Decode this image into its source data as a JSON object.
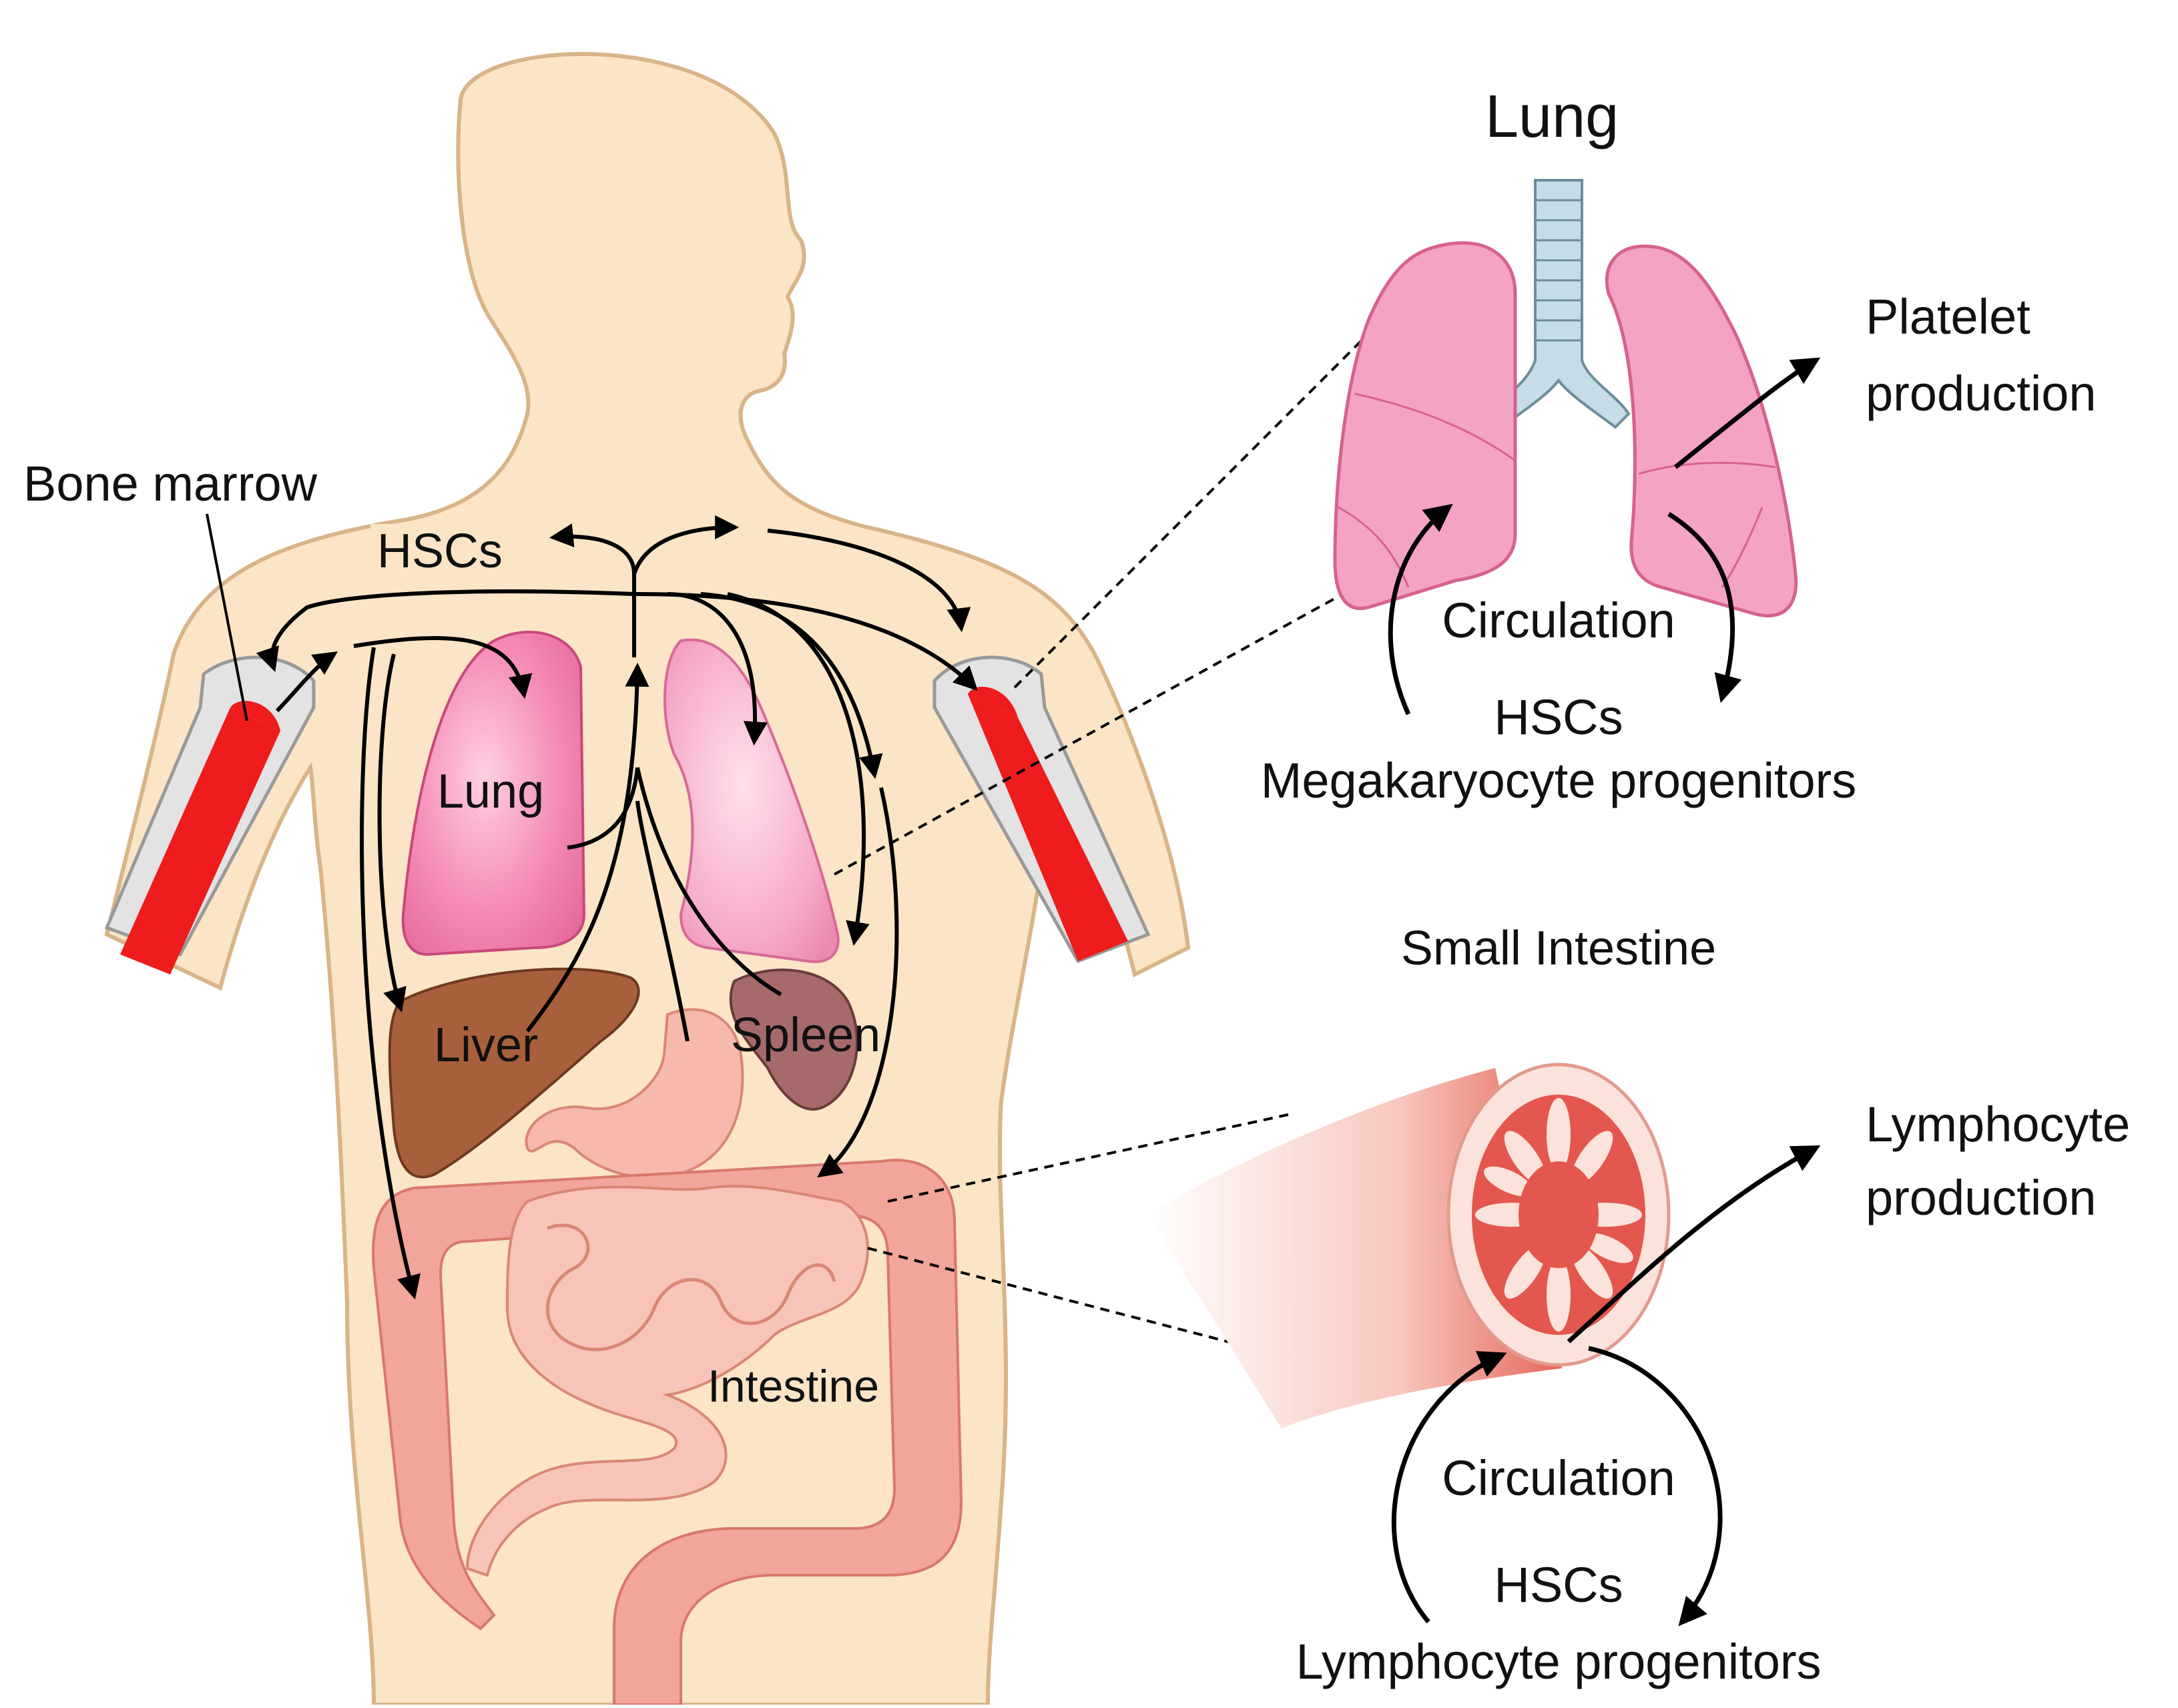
{
  "labels": {
    "bone_marrow": "Bone marrow",
    "hscs_body": "HSCs",
    "lung_organ": "Lung",
    "liver": "Liver",
    "spleen": "Spleen",
    "intestine": "Intestine",
    "lung_panel_title": "Lung",
    "platelet_line1": "Platelet",
    "platelet_line2": "production",
    "lung_circulation": "Circulation",
    "lung_hscs": "HSCs",
    "megakaryocyte": "Megakaryocyte progenitors",
    "small_intestine_title": "Small Intestine",
    "lymphocyte_line1": "Lymphocyte",
    "lymphocyte_line2": "production",
    "int_circulation": "Circulation",
    "int_hscs": "HSCs",
    "lymphocyte_progenitors": "Lymphocyte progenitors"
  },
  "colors": {
    "skin": "#fbe5c6",
    "skin_outline": "#d9b48a",
    "lung": "#f07fae",
    "lung_light": "#f7b3cd",
    "liver": "#a8603c",
    "spleen": "#a66a6a",
    "intestine": "#f2a59a",
    "marrow": "#ee1c1c",
    "bone": "#e3e3e3",
    "trachea": "#c6dce6"
  }
}
